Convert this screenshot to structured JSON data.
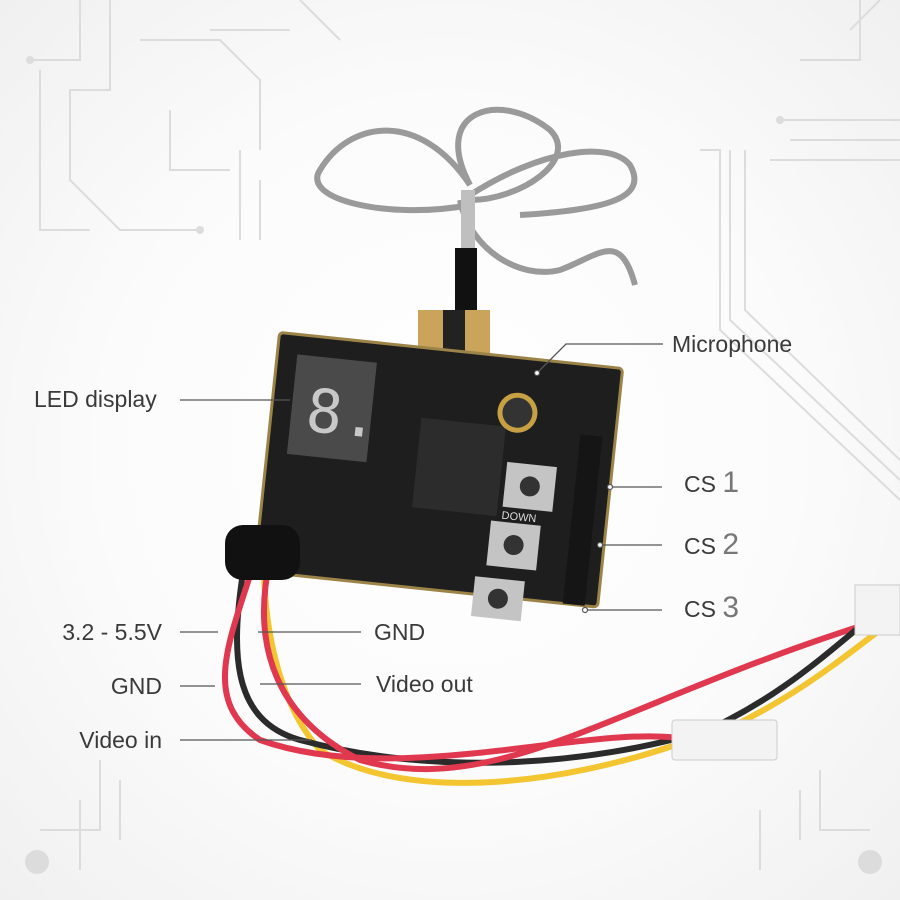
{
  "labels": {
    "led_display": "LED display",
    "microphone": "Microphone",
    "cs1": {
      "prefix": "CS",
      "num": "1"
    },
    "cs2": {
      "prefix": "CS",
      "num": "2"
    },
    "cs3": {
      "prefix": "CS",
      "num": "3"
    },
    "power": "3.2 - 5.5V",
    "gnd_left": "GND",
    "video_in": "Video in",
    "gnd_right": "GND",
    "video_out": "Video out"
  },
  "board_silkscreen": {
    "button": "DOWN",
    "led_digit": "8."
  },
  "colors": {
    "board": "#1e1e1e",
    "wire_red": "#e0384f",
    "wire_black": "#2b2b2b",
    "wire_yellow": "#f2c531",
    "callout": "#555555",
    "trace": "#d8d8d8"
  }
}
